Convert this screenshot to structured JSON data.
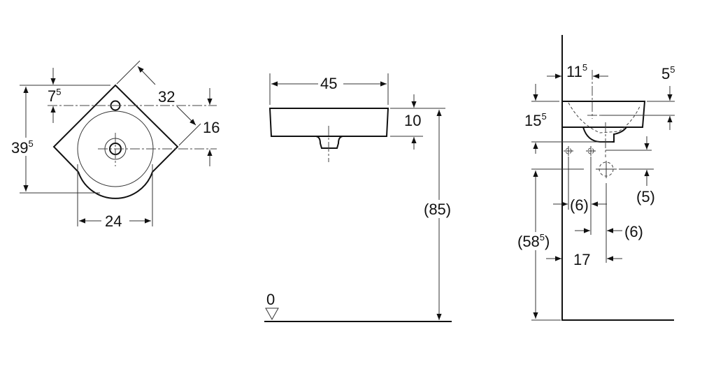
{
  "top_view": {
    "height": {
      "main": "39",
      "sup": "5"
    },
    "tap_offset": {
      "main": "7",
      "sup": "5"
    },
    "side_length": "32",
    "tap_to_drain": "16",
    "bowl_width": "24"
  },
  "front_view": {
    "width": "45",
    "rim_thickness": "10",
    "mount_height": "(85)",
    "floor_level": "0"
  },
  "side_view": {
    "tap_from_wall": {
      "main": "11",
      "sup": "5"
    },
    "rim_to_tap": {
      "main": "5",
      "sup": "5"
    },
    "basin_depth": {
      "main": "15",
      "sup": "5"
    },
    "waste_offset": "(5)",
    "supply_left": "(6)",
    "supply_right": "(6)",
    "waste_height": {
      "open": "(58",
      "sup": "5",
      "close": ")"
    },
    "waste_from_wall": "17"
  }
}
